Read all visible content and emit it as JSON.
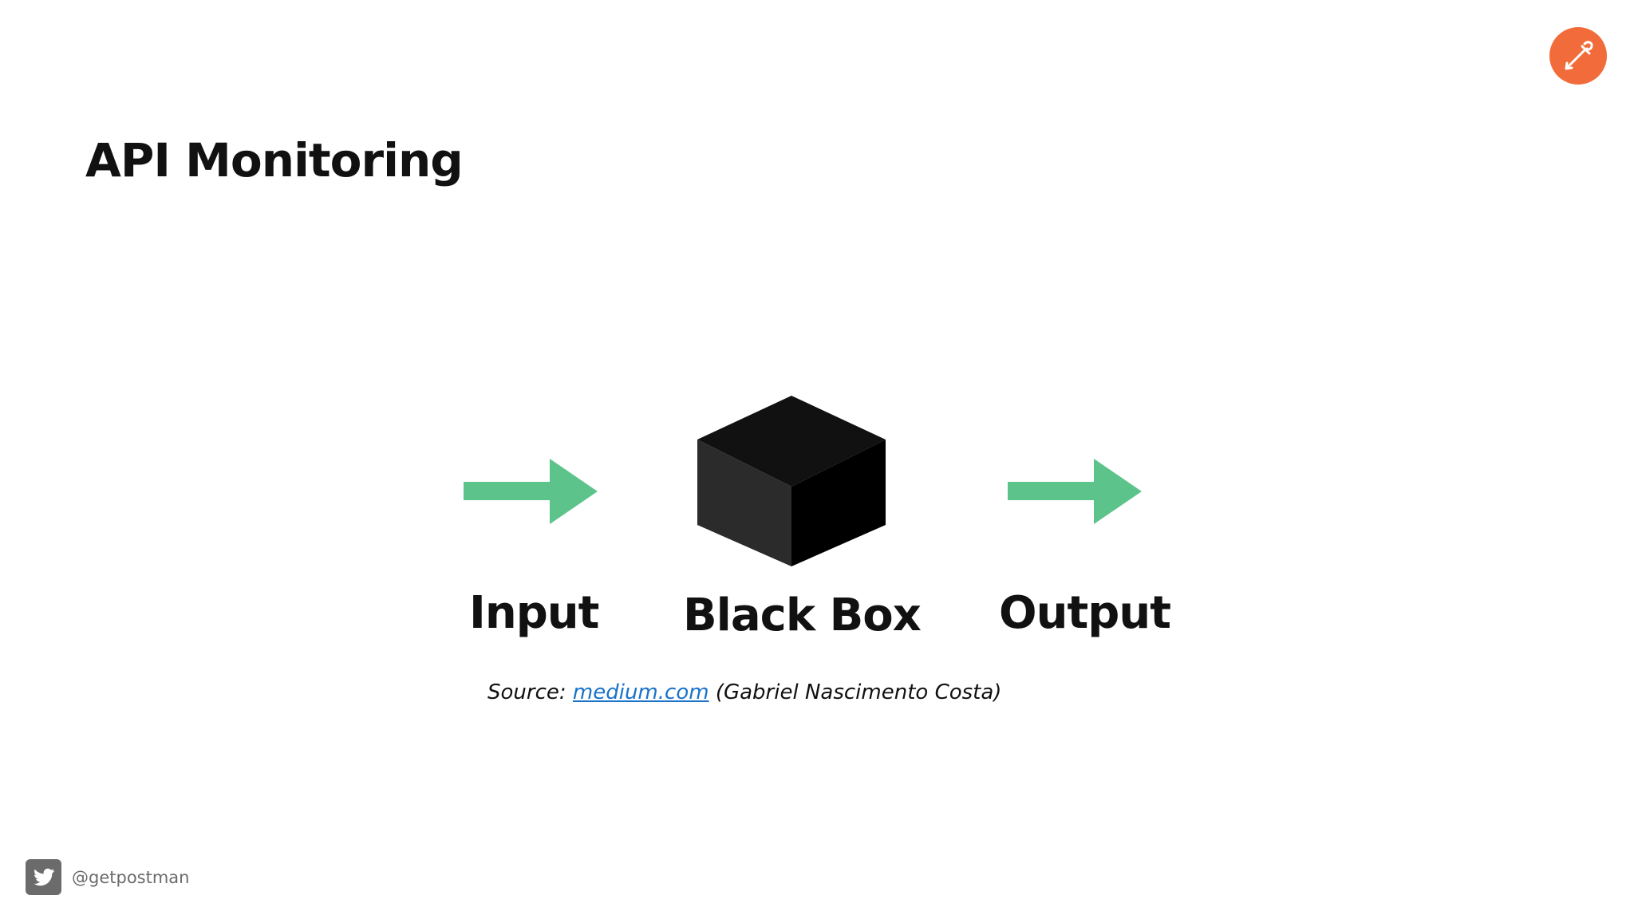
{
  "slide": {
    "title": "API Monitoring"
  },
  "diagram": {
    "steps": [
      {
        "label": "Input",
        "icon": "right-arrow-icon"
      },
      {
        "label": "Black Box",
        "icon": "cube-icon"
      },
      {
        "label": "Output",
        "icon": "right-arrow-icon"
      }
    ]
  },
  "source": {
    "prefix": "Source:",
    "link_text": "medium.com",
    "suffix": "(Gabriel Nascimento Costa)"
  },
  "footer": {
    "handle": "@getpostman",
    "icon": "twitter-icon"
  },
  "colors": {
    "arrow": "#5cc48a",
    "logo": "#f26b3a",
    "link": "#1a73c8",
    "cube_left": "#2b2b2b",
    "cube_top": "#111111",
    "cube_right": "#000000"
  }
}
